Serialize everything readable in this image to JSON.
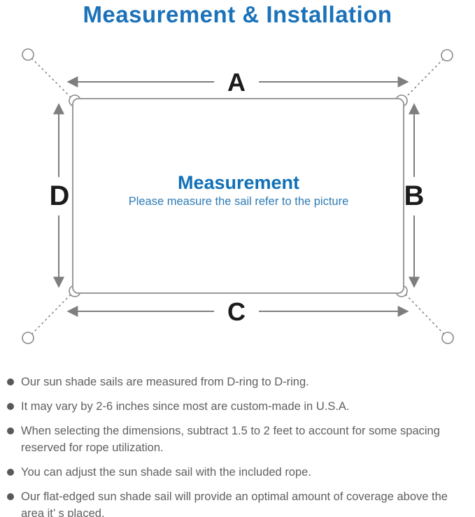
{
  "title": "Measurement & Installation",
  "diagram": {
    "label_top": "A",
    "label_right": "B",
    "label_bottom": "C",
    "label_left": "D",
    "center_title": "Measurement",
    "center_subtitle": "Please measure the sail refer to the picture"
  },
  "notes": [
    "Our sun shade sails are measured from D-ring to D-ring.",
    "It may vary by 2-6 inches since most are custom-made in U.S.A.",
    "When selecting the dimensions, subtract 1.5 to 2 feet to account for some spacing reserved for rope utilization.",
    "You can adjust the sun shade sail with the included rope.",
    "Our flat-edged sun shade sail will provide an optimal amount of coverage above the area it’ s placed."
  ],
  "colors": {
    "title_blue": "#1b72b9",
    "center_title_blue": "#1070b8",
    "center_subtitle_blue": "#2f7cb5",
    "diagram_line_gray": "#8a8a8a",
    "arrow_gray": "#7e7e7e",
    "label_black": "#1b1b1b",
    "note_text_gray": "#606060",
    "background": "#ffffff"
  }
}
